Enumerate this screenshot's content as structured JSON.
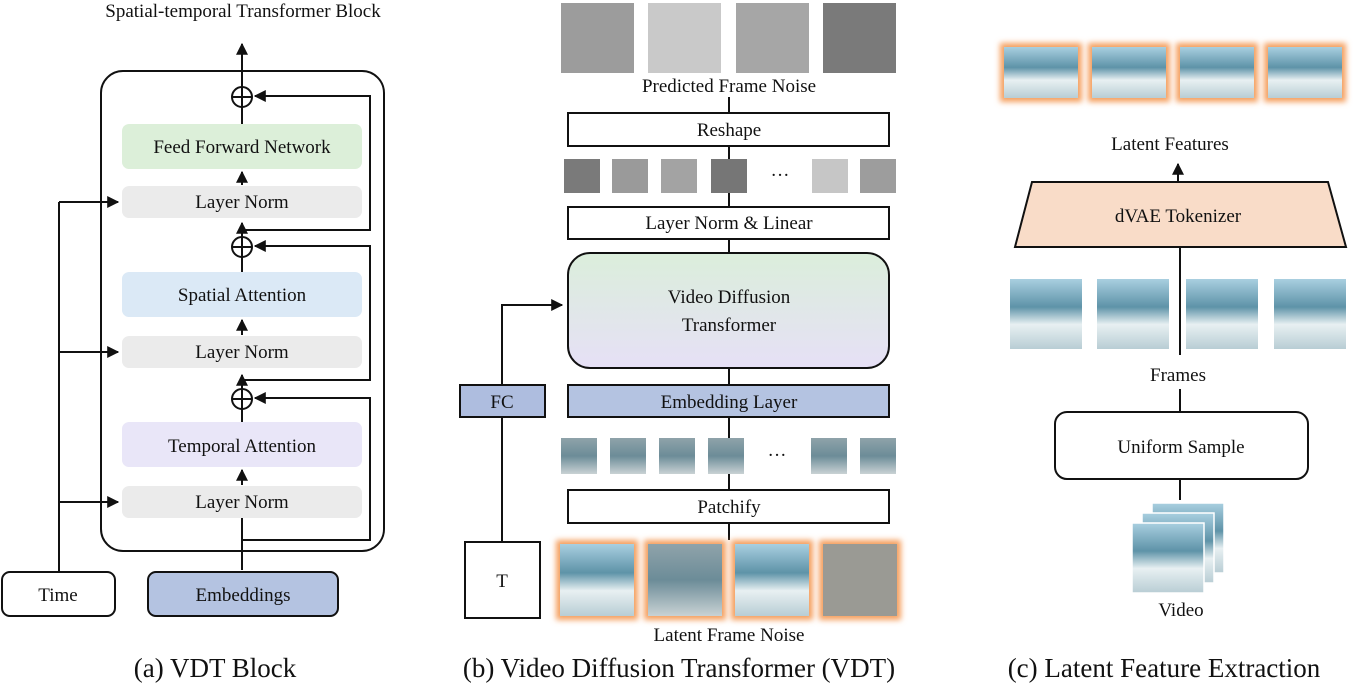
{
  "panel_a": {
    "block_title": "Spatial-temporal Transformer Block",
    "ffn": "Feed Forward Network",
    "layer_norm": "Layer Norm",
    "spatial_attention": "Spatial Attention",
    "temporal_attention": "Temporal Attention",
    "time": "Time",
    "embeddings": "Embeddings",
    "caption": "(a) VDT Block"
  },
  "panel_b": {
    "predicted_noise": "Predicted Frame Noise",
    "reshape": "Reshape",
    "ellipsis": "···",
    "layer_norm_linear": "Layer Norm & Linear",
    "vdt_line1": "Video Diffusion",
    "vdt_line2": "Transformer",
    "fc": "FC",
    "embedding_layer": "Embedding Layer",
    "patchify": "Patchify",
    "t": "T",
    "latent_noise": "Latent Frame Noise",
    "caption": "(b) Video Diffusion Transformer (VDT)"
  },
  "panel_c": {
    "latent_features": "Latent Features",
    "tokenizer": "dVAE Tokenizer",
    "frames": "Frames",
    "uniform_sample": "Uniform Sample",
    "video": "Video",
    "caption": "(c) Latent Feature Extraction"
  },
  "colors": {
    "ffn": "#dcefd9",
    "layer_norm": "#ebebeb",
    "spatial": "#dbe9f6",
    "temporal": "#e9e6f8",
    "embeddings": "#b4c3e1",
    "fc": "#aebddf",
    "tokenizer": "#f9dcc8",
    "glow": "#f5a060"
  }
}
